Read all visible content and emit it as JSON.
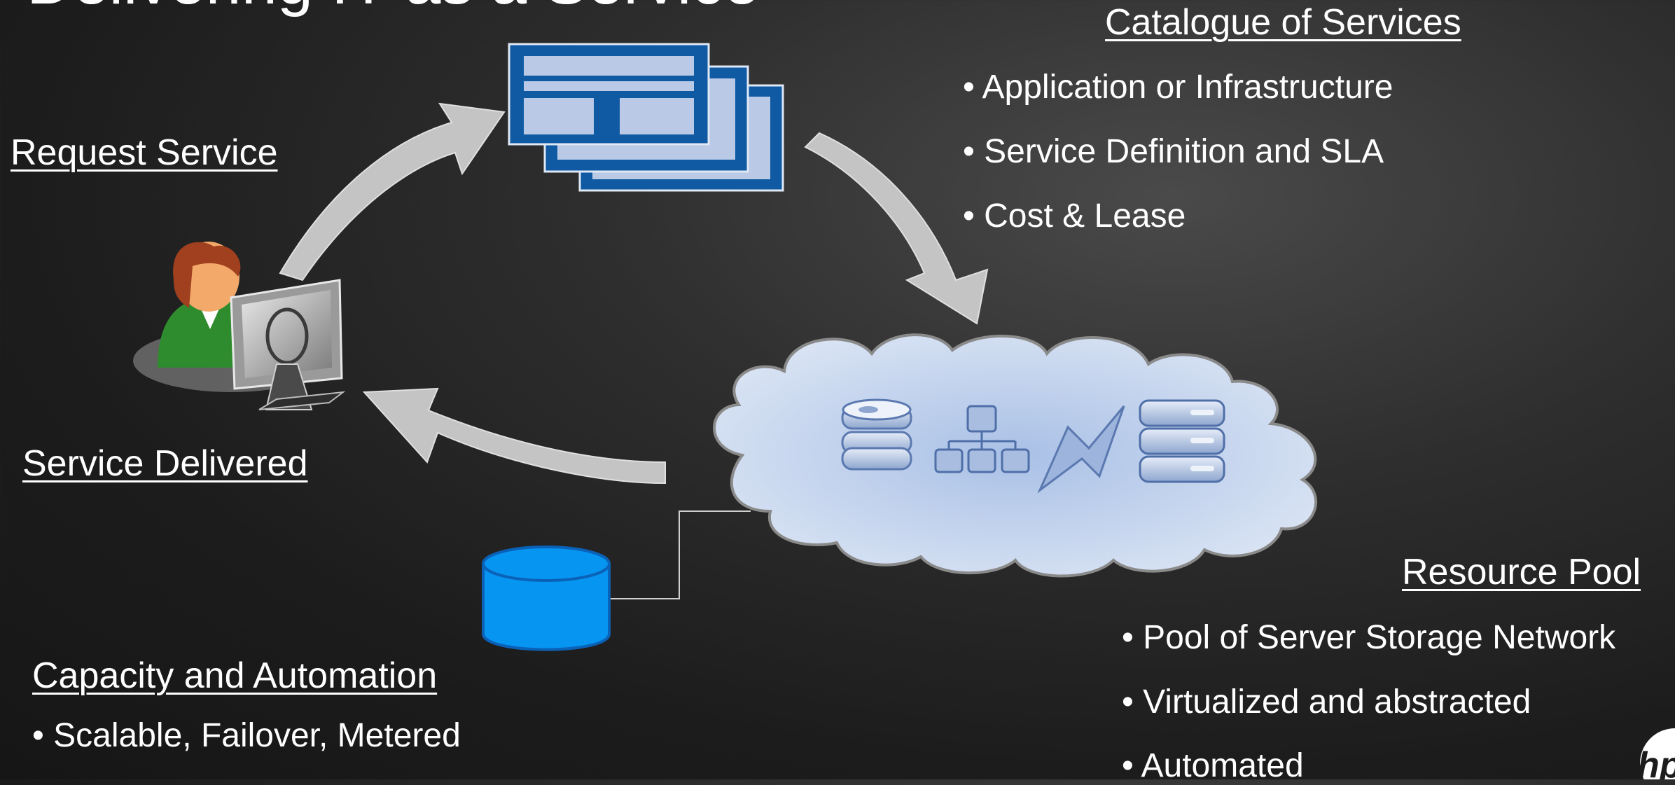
{
  "slide": {
    "title_partial": "Delivering IT as a Service"
  },
  "catalogue": {
    "heading": "Catalogue of Services",
    "bullets": [
      "Application or Infrastructure",
      "Service Definition and SLA",
      "Cost & Lease"
    ]
  },
  "request": {
    "label": "Request Service"
  },
  "delivered": {
    "label": "Service Delivered"
  },
  "capacity": {
    "heading": "Capacity and Automation",
    "bullets": [
      "Scalable, Failover, Metered"
    ]
  },
  "resource_pool": {
    "heading": "Resource Pool",
    "bullets": [
      "Pool of Server Storage Network",
      "Virtualized and abstracted",
      "Automated"
    ]
  },
  "logo": {
    "text": "hp"
  },
  "colors": {
    "arrow": "#c4c4c4",
    "catalogue_blue": "#0f5aa3",
    "catalogue_light": "#b9c9e6",
    "cloud_fill": "#c7d7ef",
    "database_blue": "#0795f2",
    "user_shirt": "#2e8b2e",
    "user_hair": "#a0401f"
  }
}
